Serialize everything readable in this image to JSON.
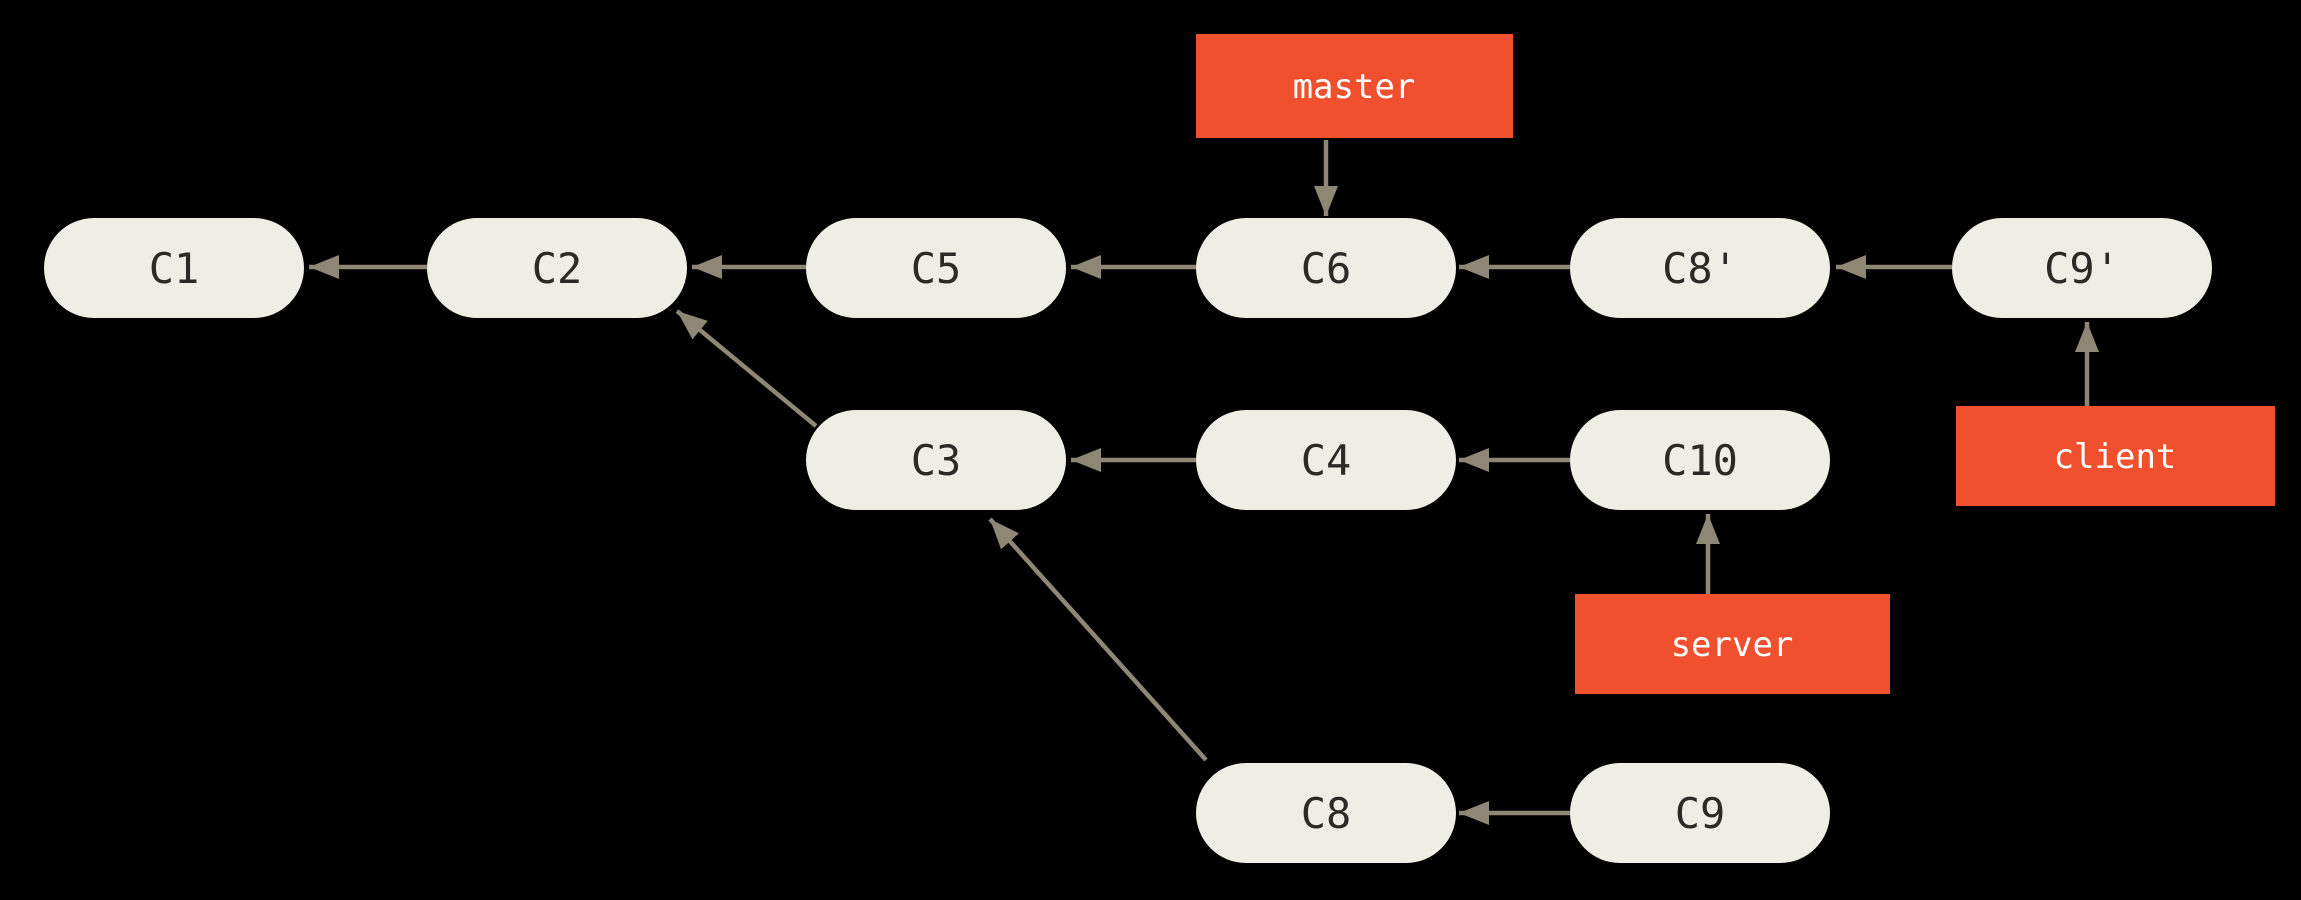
{
  "diagram_type": "git-commit-graph",
  "colors": {
    "background": "#000000",
    "node_fill": "#EFEEE4",
    "node_text": "#2B2A26",
    "branch_fill": "#F1502F",
    "branch_text": "#FFFFFF",
    "arrow": "#8E8775"
  },
  "commits": {
    "c1": {
      "label": "C1"
    },
    "c2": {
      "label": "C2"
    },
    "c3": {
      "label": "C3"
    },
    "c4": {
      "label": "C4"
    },
    "c5": {
      "label": "C5"
    },
    "c6": {
      "label": "C6"
    },
    "c8": {
      "label": "C8"
    },
    "c9": {
      "label": "C9"
    },
    "c10": {
      "label": "C10"
    },
    "c8p": {
      "label": "C8'"
    },
    "c9p": {
      "label": "C9'"
    }
  },
  "branches": {
    "master": {
      "label": "master",
      "points_to": "C6"
    },
    "client": {
      "label": "client",
      "points_to": "C9'"
    },
    "server": {
      "label": "server",
      "points_to": "C10"
    }
  },
  "edges": [
    {
      "from": "C2",
      "to": "C1"
    },
    {
      "from": "C5",
      "to": "C2"
    },
    {
      "from": "C6",
      "to": "C5"
    },
    {
      "from": "C8'",
      "to": "C6"
    },
    {
      "from": "C9'",
      "to": "C8'"
    },
    {
      "from": "C3",
      "to": "C2"
    },
    {
      "from": "C4",
      "to": "C3"
    },
    {
      "from": "C10",
      "to": "C4"
    },
    {
      "from": "C8",
      "to": "C3"
    },
    {
      "from": "C9",
      "to": "C8"
    },
    {
      "from": "master",
      "to": "C6"
    },
    {
      "from": "client",
      "to": "C9'"
    },
    {
      "from": "server",
      "to": "C10"
    }
  ]
}
